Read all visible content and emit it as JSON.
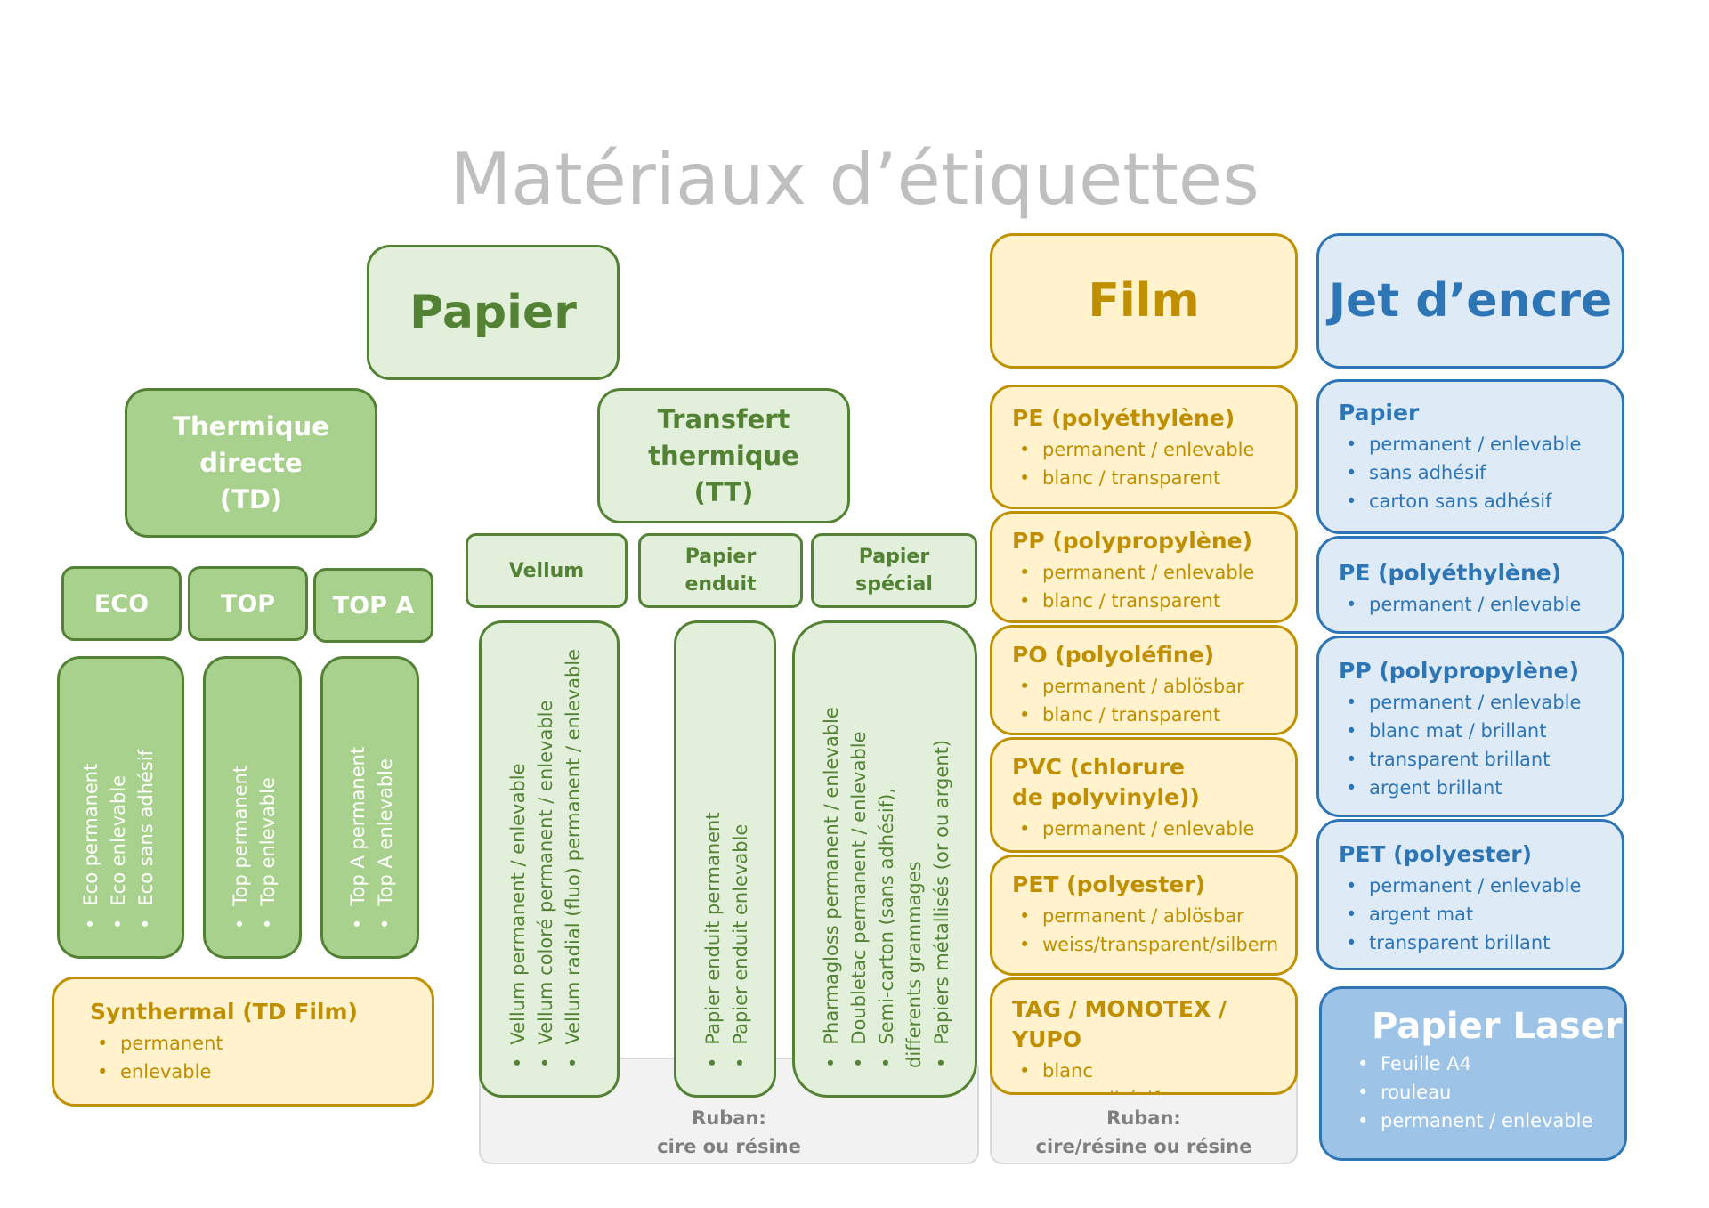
{
  "title": "Matériaux d’étiquettes",
  "papier": {
    "label": "Papier",
    "td": {
      "label": "Thermique directe (TD)",
      "grades": [
        "ECO",
        "TOP",
        "TOP A"
      ],
      "eco_items": [
        "Eco  permanent",
        "Eco  enlevable",
        "Eco sans adhésif"
      ],
      "top_items": [
        "Top  permanent",
        "Top  enlevable"
      ],
      "topa_items": [
        "Top A  permanent",
        "Top A  enlevable"
      ],
      "synthermal": {
        "label": "Synthermal (TD Film)",
        "items": [
          "permanent",
          "enlevable"
        ]
      }
    },
    "tt": {
      "label": "Transfert thermique (TT)",
      "types": [
        "Vellum",
        "Papier enduit",
        "Papier spécial"
      ],
      "vellum_items": [
        "Vellum permanent / enlevable",
        "Vellum coloré permanent / enlevable",
        "Vellum radial (fluo) permanent / enlevable"
      ],
      "enduit_items": [
        "Papier enduit permanent",
        "Papier enduit enlevable"
      ],
      "special_items": [
        "Pharmagloss permanent / enlevable",
        "Doubletac permanent / enlevable",
        "Semi-carton (sans adhésif), differents grammages",
        "Papiers métallisés (or ou argent)"
      ],
      "ruban_label": "Ruban:",
      "ruban_value": "cire ou résine"
    }
  },
  "film": {
    "label": "Film",
    "groups": [
      {
        "label": "PE (polyéthylène)",
        "items": [
          "permanent / enlevable",
          "blanc / transparent"
        ]
      },
      {
        "label": "PP (polypropylène)",
        "items": [
          "permanent / enlevable",
          "blanc / transparent"
        ]
      },
      {
        "label": "PO (polyoléfine)",
        "items": [
          "permanent / ablösbar",
          "blanc / transparent"
        ]
      },
      {
        "label": "PVC (chlorure de polyvinyle))",
        "items": [
          "permanent / enlevable"
        ]
      },
      {
        "label": "PET (polyester)",
        "items": [
          "permanent / ablösbar",
          "weiss/transparent/silbern"
        ]
      },
      {
        "label": "TAG / MONOTEX / YUPO",
        "items": [
          "blanc",
          "sans adhésif"
        ]
      }
    ],
    "ruban_label": "Ruban:",
    "ruban_value": "cire/résine ou résine"
  },
  "jet": {
    "label": "Jet d’encre",
    "groups": [
      {
        "label": "Papier",
        "items": [
          "permanent / enlevable",
          "sans adhésif",
          "carton sans adhésif"
        ]
      },
      {
        "label": "PE (polyéthylène)",
        "items": [
          "permanent / enlevable"
        ]
      },
      {
        "label": "PP (polypropylène)",
        "items": [
          "permanent / enlevable",
          "blanc mat / brillant",
          "transparent brillant",
          "argent brillant"
        ]
      },
      {
        "label": "PET (polyester)",
        "items": [
          "permanent / enlevable",
          "argent mat",
          "transparent brillant"
        ]
      }
    ]
  },
  "laser": {
    "label": "Papier Laser",
    "items": [
      "Feuille A4",
      "rouleau",
      "permanent / enlevable"
    ]
  },
  "colors": {
    "green_dark": "#548235",
    "green_mid": "#a9d18e",
    "green_light": "#e2efda",
    "yellow_border": "#c09100",
    "yellow_fill": "#fff2cc",
    "blue_border": "#2e75b6",
    "blue_fill": "#deebf7",
    "blue_mid": "#9dc3e6",
    "grey_text": "#bfbfbf"
  }
}
